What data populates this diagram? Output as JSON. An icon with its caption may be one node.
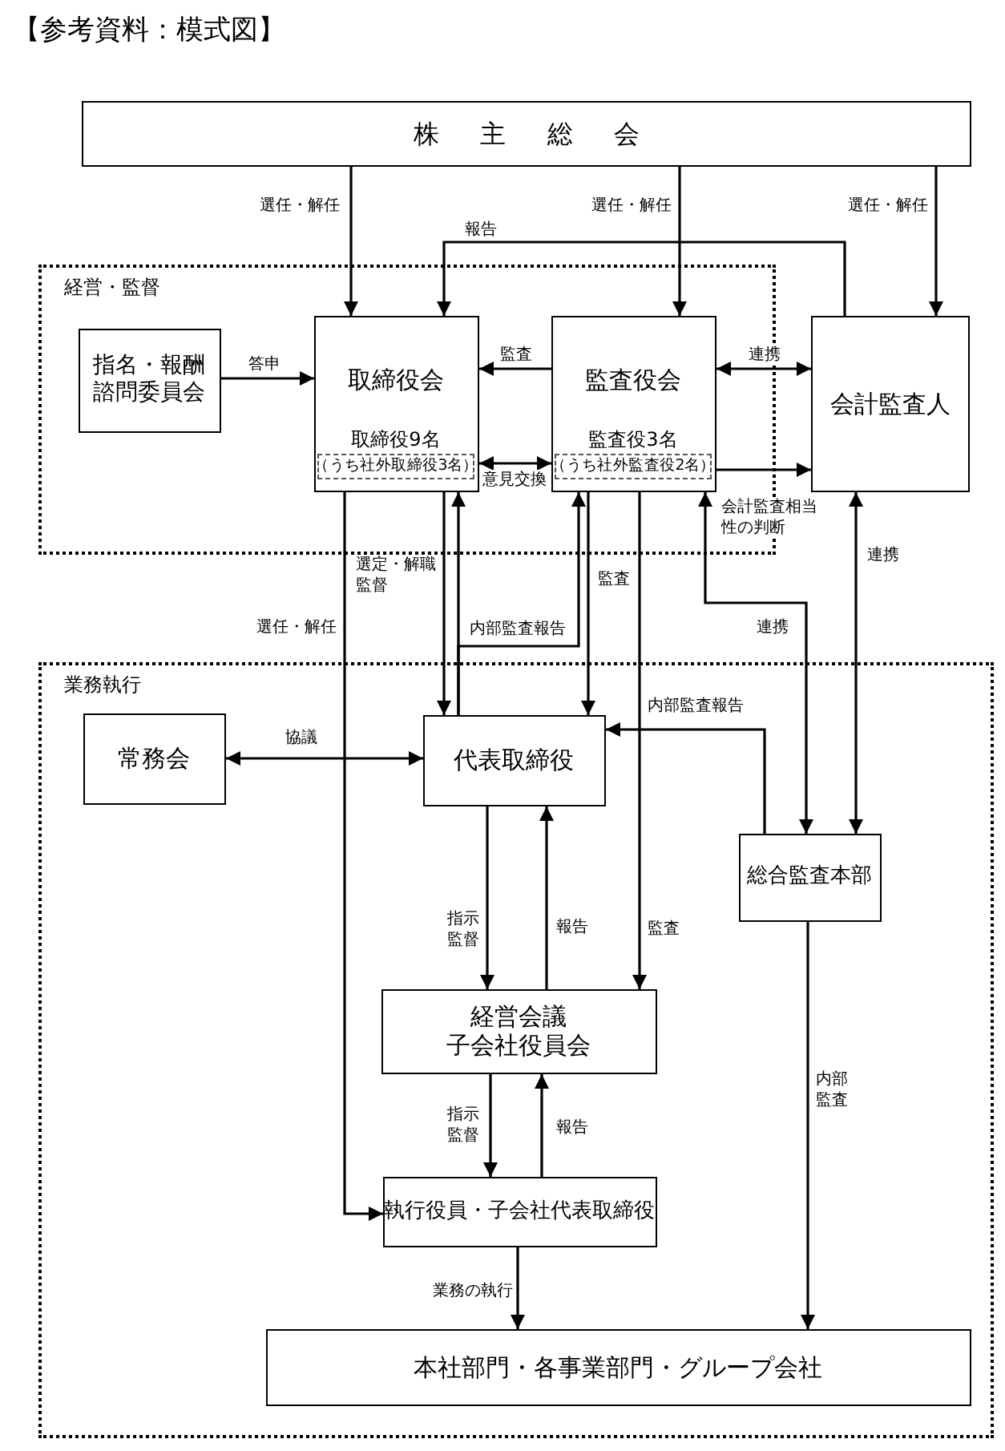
{
  "diagram": {
    "title": "【参考資料：模式図】",
    "nodes": [
      {
        "text": [
          "株主総会"
        ]
      },
      {
        "text": [
          "経営・監督"
        ]
      },
      {
        "text": [
          "指名・報酬",
          "諮問委員会"
        ],
        "in": 1
      },
      {
        "text": [
          "取締役会",
          "取締役9名"
        ],
        "in": 1
      },
      {
        "text": [
          "（うち社外取締役3名）"
        ],
        "in": 3
      },
      {
        "text": [
          "監査役会",
          "監査役3名"
        ],
        "in": 1
      },
      {
        "text": [
          "（うち社外監査役2名）"
        ],
        "in": 5
      },
      {
        "text": [
          "会計監査人"
        ]
      },
      {
        "text": [
          "業務執行"
        ]
      },
      {
        "text": [
          "常務会"
        ],
        "in": 8
      },
      {
        "text": [
          "代表取締役"
        ],
        "in": 8
      },
      {
        "text": [
          "総合監査本部"
        ],
        "in": 8
      },
      {
        "text": [
          "経営会議",
          "子会社役員会"
        ],
        "in": 8
      },
      {
        "text": [
          "執行役員・子会社代表取締役"
        ],
        "in": 8
      },
      {
        "text": [
          "本社部門・各事業部門・グループ会社"
        ],
        "in": 8
      }
    ],
    "edges": [
      {
        "from": 0,
        "to": 3,
        "arrow": "to",
        "label": "選任・解任"
      },
      {
        "from": 0,
        "to": 5,
        "arrow": "to",
        "label": "選任・解任"
      },
      {
        "from": 0,
        "to": 7,
        "arrow": "to",
        "label": "選任・解任"
      },
      {
        "from": 7,
        "to": 3,
        "arrow": "to",
        "label": "報告"
      },
      {
        "from": 2,
        "to": 3,
        "arrow": "to",
        "label": "答申"
      },
      {
        "from": 5,
        "to": 3,
        "arrow": "to",
        "label": "監査"
      },
      {
        "from": 5,
        "to": 7,
        "arrow": "both",
        "label": "連携"
      },
      {
        "from": 3,
        "to": 5,
        "arrow": "both",
        "label": "意見交換"
      },
      {
        "from": 5,
        "to": 7,
        "arrow": "to",
        "label": "会計監査相当性の判断"
      },
      {
        "from": 3,
        "to": 10,
        "arrow": "to",
        "label": "選定・解職監督"
      },
      {
        "from": 10,
        "to": 3,
        "arrow": "to"
      },
      {
        "from": 10,
        "to": 5,
        "arrow": "to",
        "label": "内部監査報告"
      },
      {
        "from": 5,
        "to": 10,
        "arrow": "to",
        "label": "監査"
      },
      {
        "from": 5,
        "to": 12,
        "arrow": "to",
        "label": "監査"
      },
      {
        "from": 5,
        "to": 11,
        "arrow": "both",
        "label": "連携"
      },
      {
        "from": 7,
        "to": 11,
        "arrow": "both",
        "label": "連携"
      },
      {
        "from": 3,
        "to": 13,
        "arrow": "to",
        "label": "選任・解任"
      },
      {
        "from": 9,
        "to": 10,
        "arrow": "both",
        "label": "協議"
      },
      {
        "from": 11,
        "to": 10,
        "arrow": "to",
        "label": "内部監査報告"
      },
      {
        "from": 10,
        "to": 12,
        "arrow": "to",
        "label": "指示監督"
      },
      {
        "from": 12,
        "to": 10,
        "arrow": "to",
        "label": "報告"
      },
      {
        "from": 12,
        "to": 13,
        "arrow": "to",
        "label": "指示監督"
      },
      {
        "from": 13,
        "to": 12,
        "arrow": "to",
        "label": "報告"
      },
      {
        "from": 13,
        "to": 14,
        "arrow": "to",
        "label": "業務の執行"
      },
      {
        "from": 11,
        "to": 14,
        "arrow": "to",
        "label": "内部監査"
      }
    ]
  }
}
